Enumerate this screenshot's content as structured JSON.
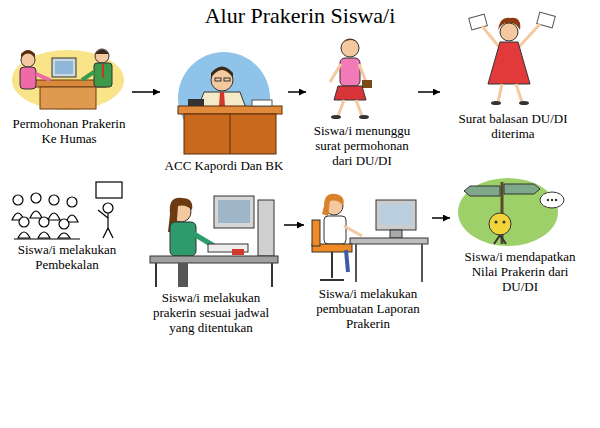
{
  "diagram": {
    "title": "Alur Prakerin Siswa/i",
    "nodes": [
      {
        "text": [
          "Permohonan Prakerin Ke Humas"
        ]
      },
      {
        "text": [
          "ACC Kapordi Dan BK"
        ]
      },
      {
        "text": [
          "Siswa/i menunggu surat permohonan dari DU/DI"
        ]
      },
      {
        "text": [
          "Surat balasan DU/DI diterima"
        ]
      },
      {
        "text": [
          "Siswa/i melakukan Pembekalan"
        ]
      },
      {
        "text": [
          "Siswa/i melakukan prakerin sesuai jadwal yang ditentukan"
        ]
      },
      {
        "text": [
          "Siswa/i melakukan pembuatan Laporan Prakerin"
        ]
      },
      {
        "text": [
          "Siswa/i mendapatkan Nilai Prakerin dari DU/DI"
        ]
      }
    ],
    "edges": [
      {
        "from": 0,
        "to": 1,
        "arrow": "to"
      },
      {
        "from": 1,
        "to": 2,
        "arrow": "to"
      },
      {
        "from": 2,
        "to": 3,
        "arrow": "to"
      },
      {
        "from": 5,
        "to": 6,
        "arrow": "to"
      },
      {
        "from": 6,
        "to": 7,
        "arrow": "to"
      }
    ]
  }
}
